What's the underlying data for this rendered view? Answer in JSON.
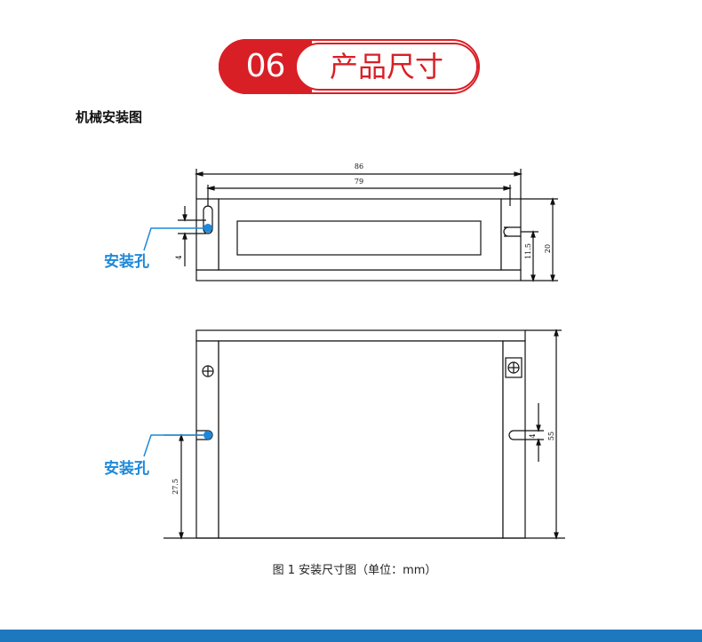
{
  "header": {
    "number": "06",
    "title": "产品尺寸"
  },
  "section": {
    "title": "机械安装图"
  },
  "drawing": {
    "top_view": {
      "dim_overall_width": "86",
      "dim_hole_spacing": "79",
      "dim_hole_slot_height": "4",
      "dim_hole_offset": "11.5",
      "dim_height": "20",
      "callout": "安装孔"
    },
    "side_view": {
      "dim_hole_height": "27.5",
      "dim_hole_slot_height": "4",
      "dim_total_height": "55",
      "callout": "安装孔"
    }
  },
  "caption": "图 1    安装尺寸图（单位：mm）",
  "colors": {
    "brand_red": "#d91f26",
    "callout_blue": "#1e88d8",
    "footer_blue": "#1e78bd",
    "line": "#111111"
  }
}
